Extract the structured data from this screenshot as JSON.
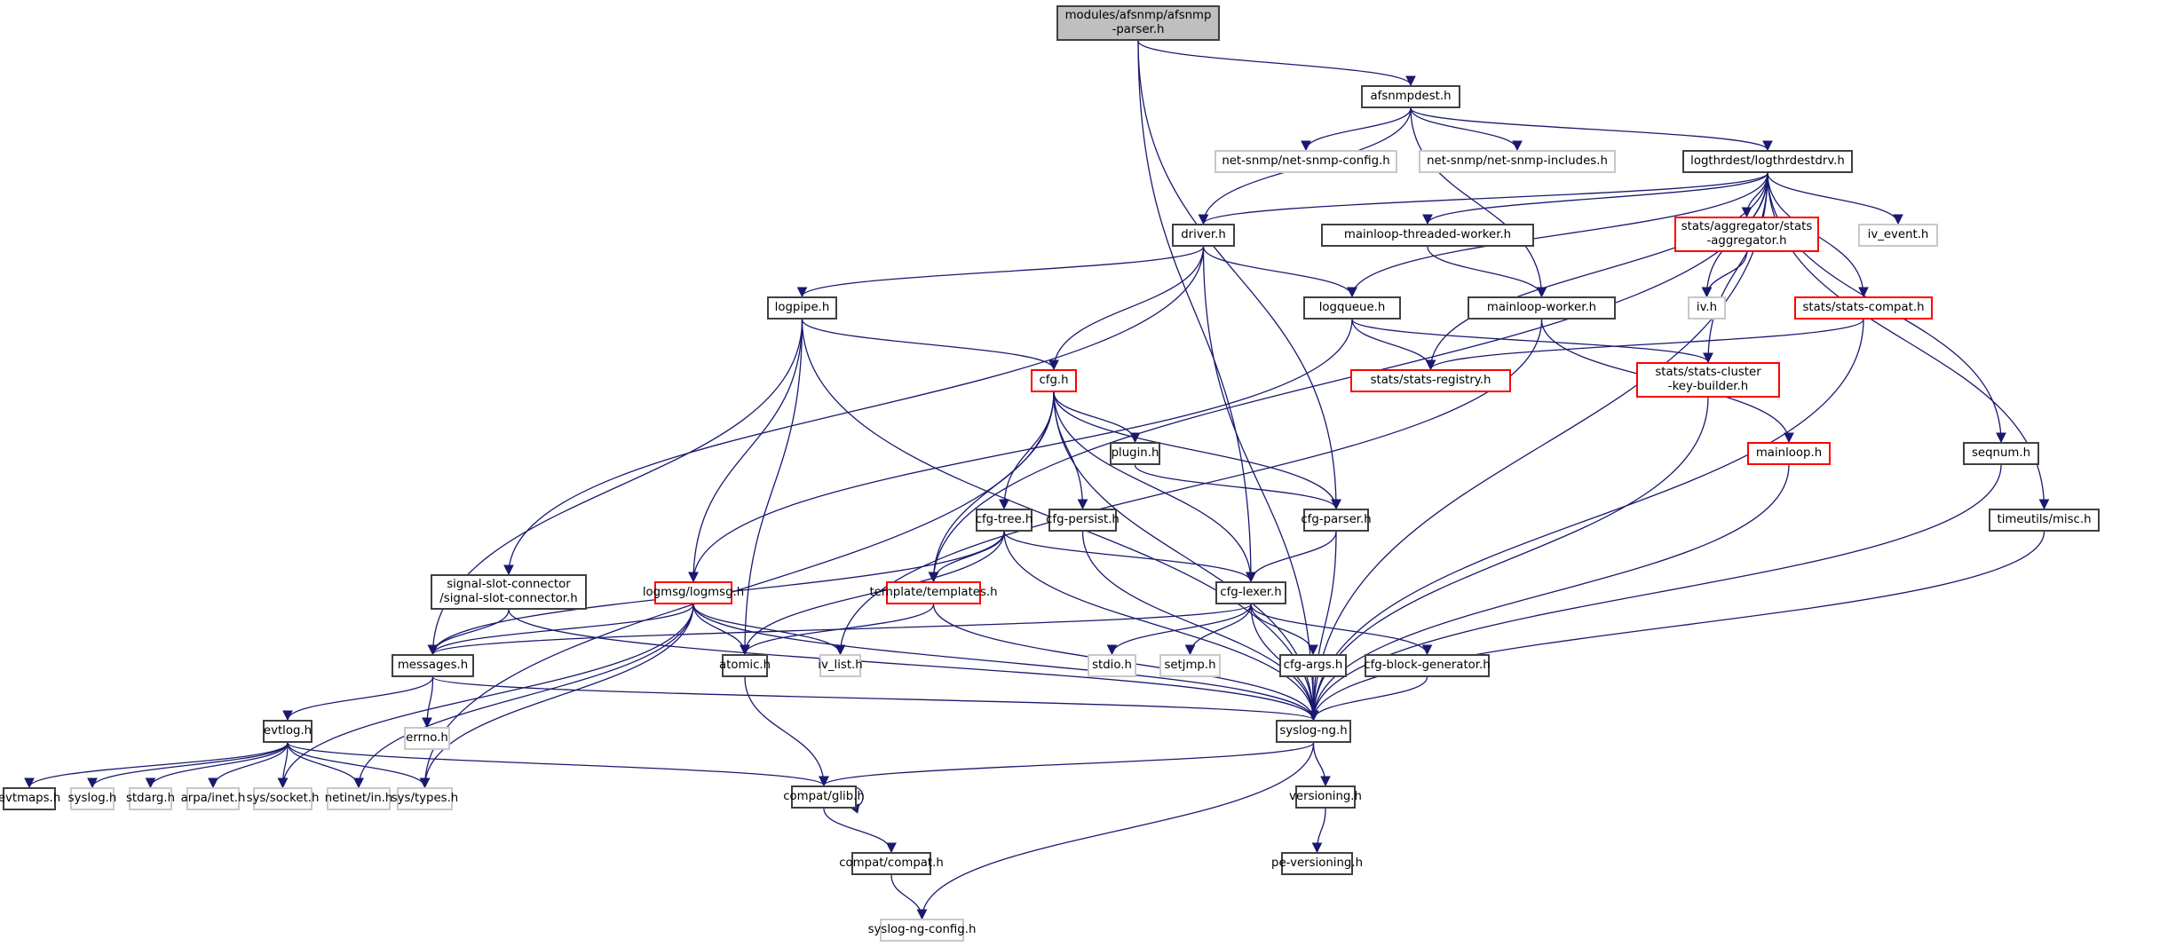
{
  "colors": {
    "edge": "#191970",
    "root_fill": "#bfbfbf",
    "normal_border": "#404040",
    "truncated_border": "#ff0000",
    "external_border": "#c8c8c8"
  },
  "nodes": [
    {
      "id": "root",
      "label": "modules/afsnmp/afsnmp\n-parser.h",
      "kind": "root"
    },
    {
      "id": "afsnmpdest",
      "label": "afsnmpdest.h",
      "kind": "normal"
    },
    {
      "id": "netsnmpconfig",
      "label": "net-snmp/net-snmp-config.h",
      "kind": "ext"
    },
    {
      "id": "netsnmpincludes",
      "label": "net-snmp/net-snmp-includes.h",
      "kind": "ext"
    },
    {
      "id": "logthrdestdrv",
      "label": "logthrdest/logthrdestdrv.h",
      "kind": "normal"
    },
    {
      "id": "driver",
      "label": "driver.h",
      "kind": "normal"
    },
    {
      "id": "mltw",
      "label": "mainloop-threaded-worker.h",
      "kind": "normal"
    },
    {
      "id": "statsagg",
      "label": "stats/aggregator/stats\n-aggregator.h",
      "kind": "red"
    },
    {
      "id": "ivevent",
      "label": "iv_event.h",
      "kind": "ext"
    },
    {
      "id": "logpipe",
      "label": "logpipe.h",
      "kind": "normal"
    },
    {
      "id": "logqueue",
      "label": "logqueue.h",
      "kind": "normal"
    },
    {
      "id": "mlworker",
      "label": "mainloop-worker.h",
      "kind": "normal"
    },
    {
      "id": "ivh",
      "label": "iv.h",
      "kind": "ext"
    },
    {
      "id": "statscompat",
      "label": "stats/stats-compat.h",
      "kind": "red"
    },
    {
      "id": "statsreg",
      "label": "stats/stats-registry.h",
      "kind": "red"
    },
    {
      "id": "statsckb",
      "label": "stats/stats-cluster\n-key-builder.h",
      "kind": "red"
    },
    {
      "id": "cfg",
      "label": "cfg.h",
      "kind": "red"
    },
    {
      "id": "plugin",
      "label": "plugin.h",
      "kind": "normal"
    },
    {
      "id": "mainloop",
      "label": "mainloop.h",
      "kind": "red"
    },
    {
      "id": "seqnum",
      "label": "seqnum.h",
      "kind": "normal"
    },
    {
      "id": "cfgtree",
      "label": "cfg-tree.h",
      "kind": "normal"
    },
    {
      "id": "cfgpersist",
      "label": "cfg-persist.h",
      "kind": "normal"
    },
    {
      "id": "cfgparser",
      "label": "cfg-parser.h",
      "kind": "normal"
    },
    {
      "id": "timeutils",
      "label": "timeutils/misc.h",
      "kind": "normal"
    },
    {
      "id": "ssc",
      "label": "signal-slot-connector\n/signal-slot-connector.h",
      "kind": "normal"
    },
    {
      "id": "logmsg",
      "label": "logmsg/logmsg.h",
      "kind": "red"
    },
    {
      "id": "templates",
      "label": "template/templates.h",
      "kind": "red"
    },
    {
      "id": "cfglexer",
      "label": "cfg-lexer.h",
      "kind": "normal"
    },
    {
      "id": "messages",
      "label": "messages.h",
      "kind": "normal"
    },
    {
      "id": "atomic",
      "label": "atomic.h",
      "kind": "normal"
    },
    {
      "id": "ivlist",
      "label": "iv_list.h",
      "kind": "ext"
    },
    {
      "id": "stdio",
      "label": "stdio.h",
      "kind": "ext"
    },
    {
      "id": "setjmp",
      "label": "setjmp.h",
      "kind": "ext"
    },
    {
      "id": "cfgargs",
      "label": "cfg-args.h",
      "kind": "normal"
    },
    {
      "id": "cfgbg",
      "label": "cfg-block-generator.h",
      "kind": "normal"
    },
    {
      "id": "errno",
      "label": "errno.h",
      "kind": "ext"
    },
    {
      "id": "evtlog",
      "label": "evtlog.h",
      "kind": "normal"
    },
    {
      "id": "syslogng",
      "label": "syslog-ng.h",
      "kind": "normal"
    },
    {
      "id": "evtmaps",
      "label": "evtmaps.h",
      "kind": "normal"
    },
    {
      "id": "syslogh",
      "label": "syslog.h",
      "kind": "ext"
    },
    {
      "id": "stdarg",
      "label": "stdarg.h",
      "kind": "ext"
    },
    {
      "id": "arpainet",
      "label": "arpa/inet.h",
      "kind": "ext"
    },
    {
      "id": "syssocket",
      "label": "sys/socket.h",
      "kind": "ext"
    },
    {
      "id": "netinetin",
      "label": "netinet/in.h",
      "kind": "ext"
    },
    {
      "id": "systypes",
      "label": "sys/types.h",
      "kind": "ext"
    },
    {
      "id": "compatglib",
      "label": "compat/glib.h",
      "kind": "normal"
    },
    {
      "id": "versioning",
      "label": "versioning.h",
      "kind": "normal"
    },
    {
      "id": "compatcompat",
      "label": "compat/compat.h",
      "kind": "normal"
    },
    {
      "id": "peversioning",
      "label": "pe-versioning.h",
      "kind": "normal"
    },
    {
      "id": "slngconfig",
      "label": "syslog-ng-config.h",
      "kind": "ext"
    }
  ],
  "edges": [
    [
      "root",
      "afsnmpdest"
    ],
    [
      "root",
      "cfglexer"
    ],
    [
      "root",
      "cfgparser"
    ],
    [
      "afsnmpdest",
      "netsnmpconfig"
    ],
    [
      "afsnmpdest",
      "netsnmpincludes"
    ],
    [
      "afsnmpdest",
      "logthrdestdrv"
    ],
    [
      "afsnmpdest",
      "driver"
    ],
    [
      "afsnmpdest",
      "mlworker"
    ],
    [
      "logthrdestdrv",
      "driver"
    ],
    [
      "logthrdestdrv",
      "mltw"
    ],
    [
      "logthrdestdrv",
      "statsagg"
    ],
    [
      "logthrdestdrv",
      "ivevent"
    ],
    [
      "logthrdestdrv",
      "ivh"
    ],
    [
      "logthrdestdrv",
      "statscompat"
    ],
    [
      "logthrdestdrv",
      "statsckb"
    ],
    [
      "logthrdestdrv",
      "seqnum"
    ],
    [
      "logthrdestdrv",
      "timeutils"
    ],
    [
      "logthrdestdrv",
      "logqueue"
    ],
    [
      "logthrdestdrv",
      "statsreg"
    ],
    [
      "logthrdestdrv",
      "templates"
    ],
    [
      "logthrdestdrv",
      "syslogng"
    ],
    [
      "driver",
      "logpipe"
    ],
    [
      "driver",
      "logqueue"
    ],
    [
      "driver",
      "cfg"
    ],
    [
      "driver",
      "ssc"
    ],
    [
      "driver",
      "syslogng"
    ],
    [
      "mltw",
      "mlworker"
    ],
    [
      "statsagg",
      "ivh"
    ],
    [
      "logqueue",
      "statsreg"
    ],
    [
      "logqueue",
      "statsckb"
    ],
    [
      "logqueue",
      "logmsg"
    ],
    [
      "mlworker",
      "mainloop"
    ],
    [
      "mlworker",
      "ivlist"
    ],
    [
      "statscompat",
      "statsreg"
    ],
    [
      "statscompat",
      "syslogng"
    ],
    [
      "statsckb",
      "syslogng"
    ],
    [
      "logpipe",
      "cfg"
    ],
    [
      "logpipe",
      "logmsg"
    ],
    [
      "logpipe",
      "messages"
    ],
    [
      "logpipe",
      "atomic"
    ],
    [
      "logpipe",
      "syslogng"
    ],
    [
      "cfg",
      "plugin"
    ],
    [
      "cfg",
      "cfgtree"
    ],
    [
      "cfg",
      "cfgpersist"
    ],
    [
      "cfg",
      "cfgparser"
    ],
    [
      "cfg",
      "cfglexer"
    ],
    [
      "cfg",
      "templates"
    ],
    [
      "cfg",
      "syslogng"
    ],
    [
      "cfg",
      "systypes"
    ],
    [
      "plugin",
      "cfgparser"
    ],
    [
      "mainloop",
      "syslogng"
    ],
    [
      "seqnum",
      "syslogng"
    ],
    [
      "cfgtree",
      "templates"
    ],
    [
      "cfgtree",
      "cfglexer"
    ],
    [
      "cfgtree",
      "messages"
    ],
    [
      "cfgtree",
      "atomic"
    ],
    [
      "cfgtree",
      "syslogng"
    ],
    [
      "cfgpersist",
      "syslogng"
    ],
    [
      "cfgparser",
      "cfglexer"
    ],
    [
      "cfgparser",
      "syslogng"
    ],
    [
      "timeutils",
      "syslogng"
    ],
    [
      "ssc",
      "messages"
    ],
    [
      "ssc",
      "syslogng"
    ],
    [
      "logmsg",
      "messages"
    ],
    [
      "logmsg",
      "atomic"
    ],
    [
      "logmsg",
      "ivlist"
    ],
    [
      "logmsg",
      "syssocket"
    ],
    [
      "logmsg",
      "netinetin"
    ],
    [
      "logmsg",
      "systypes"
    ],
    [
      "logmsg",
      "syslogng"
    ],
    [
      "templates",
      "atomic"
    ],
    [
      "templates",
      "syslogng"
    ],
    [
      "cfglexer",
      "messages"
    ],
    [
      "cfglexer",
      "stdio"
    ],
    [
      "cfglexer",
      "setjmp"
    ],
    [
      "cfglexer",
      "cfgargs"
    ],
    [
      "cfglexer",
      "cfgbg"
    ],
    [
      "cfglexer",
      "syslogng"
    ],
    [
      "messages",
      "errno"
    ],
    [
      "messages",
      "evtlog"
    ],
    [
      "messages",
      "syslogng"
    ],
    [
      "atomic",
      "compatglib"
    ],
    [
      "cfgargs",
      "syslogng"
    ],
    [
      "cfgbg",
      "syslogng"
    ],
    [
      "evtlog",
      "evtmaps"
    ],
    [
      "evtlog",
      "syslogh"
    ],
    [
      "evtlog",
      "stdarg"
    ],
    [
      "evtlog",
      "arpainet"
    ],
    [
      "evtlog",
      "syssocket"
    ],
    [
      "evtlog",
      "netinetin"
    ],
    [
      "evtlog",
      "systypes"
    ],
    [
      "evtlog",
      "compatglib"
    ],
    [
      "syslogng",
      "compatglib"
    ],
    [
      "syslogng",
      "versioning"
    ],
    [
      "syslogng",
      "slngconfig"
    ],
    [
      "compatglib",
      "compatglib"
    ],
    [
      "compatglib",
      "compatcompat"
    ],
    [
      "compatcompat",
      "slngconfig"
    ],
    [
      "versioning",
      "peversioning"
    ]
  ]
}
